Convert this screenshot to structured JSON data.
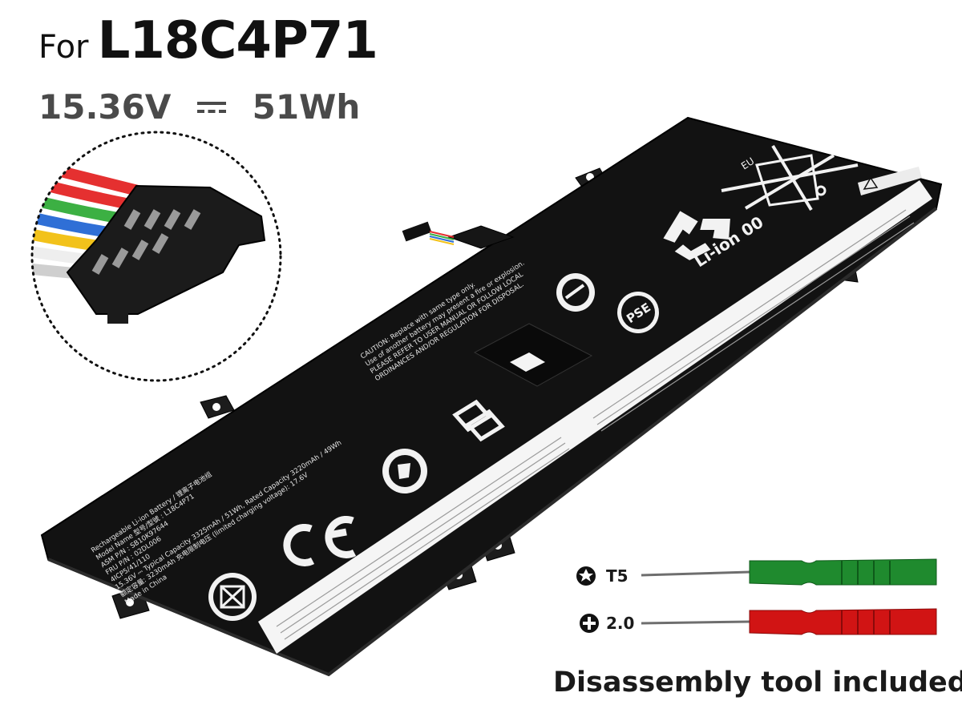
{
  "header": {
    "prefix": "For",
    "model": "L18C4P71",
    "voltage": "15.36V",
    "energy": "51Wh"
  },
  "battery": {
    "caution_lines": [
      "CAUTION: Replace with same type only.",
      "Use of another battery may present a fire or explosion.",
      "PLEASE REFER TO USER MANUAL OR FOLLOW LOCAL",
      "ORDINANCES AND/OR REGULATION FOR DISPOSAL."
    ],
    "spec_lines": [
      "Rechargeable Li-ion Battery / 锂离子电池组",
      "Model Name 型号/型號 : L18C4P71",
      "ASM P/N : SB10K97644",
      "FRU P/N : 02DL006",
      "4ICP5/41/110",
      "15.36V ⎓ Typical Capacity 3325mAh / 51Wh, Rated Capacity 3220mAh / 49Wh",
      "额定容量: 3230mAh 充电限制电压 (limited charging voltage): 17.6V",
      "Made in China"
    ],
    "recycle_text": "Li-ion 00",
    "eu_mark": "EU",
    "pse_mark": "PSE"
  },
  "tools": [
    {
      "label": "T5",
      "handle_color": "#1f8a2e"
    },
    {
      "label": "2.0",
      "handle_color": "#d11414"
    }
  ],
  "footer": {
    "label": "Disassembly tool included"
  },
  "colors": {
    "battery_body": "#121212",
    "connector_red": "#e53030",
    "connector_green": "#3cb043",
    "connector_blue": "#2f6fd6",
    "connector_yellow": "#f2c21b"
  }
}
